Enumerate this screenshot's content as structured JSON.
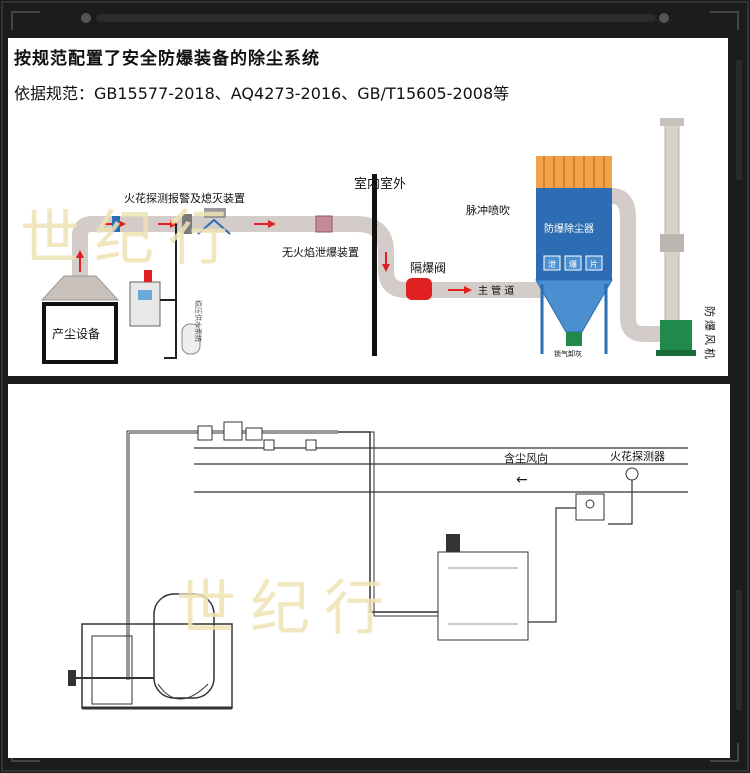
{
  "header": {
    "title": "按规范配置了安全防爆装备的除尘系统",
    "standards": "依据规范：GB15577-2018、AQ4273-2016、GB/T15605-2008等"
  },
  "top_diagram": {
    "spark_alarm_label": "火花探测报警及熄灭装置",
    "flameless_vent_label": "无火焰泄爆装置",
    "indoor_label": "室内",
    "outdoor_label": "室外",
    "pulse_jet_label": "脉冲喷吹",
    "collector_label": "防爆除尘器",
    "vent_panel_labels": [
      "泄",
      "爆",
      "片"
    ],
    "isolation_valve_label": "隔爆阀",
    "main_duct_label": "主 管 道",
    "dust_source_label": "产尘设备",
    "water_supply_label": "稳压供水系统",
    "airlock_label": "锁气卸灰",
    "fan_label": "防爆风机"
  },
  "bottom_diagram": {
    "airflow_label": "含尘风向",
    "airflow_arrow": "←",
    "spark_detector_label": "火花探测器"
  },
  "watermark": "世纪行",
  "colors": {
    "duct": "#d3ccc8",
    "duct_edge": "#b9b1ac",
    "collector_blue": "#2d6db3",
    "hopper_blue": "#4b8fd0",
    "filter_orange": "#f2a24a",
    "fan_green": "#1f8a4c",
    "arrow_red": "#e02020",
    "watermark": "#efe3b5"
  }
}
